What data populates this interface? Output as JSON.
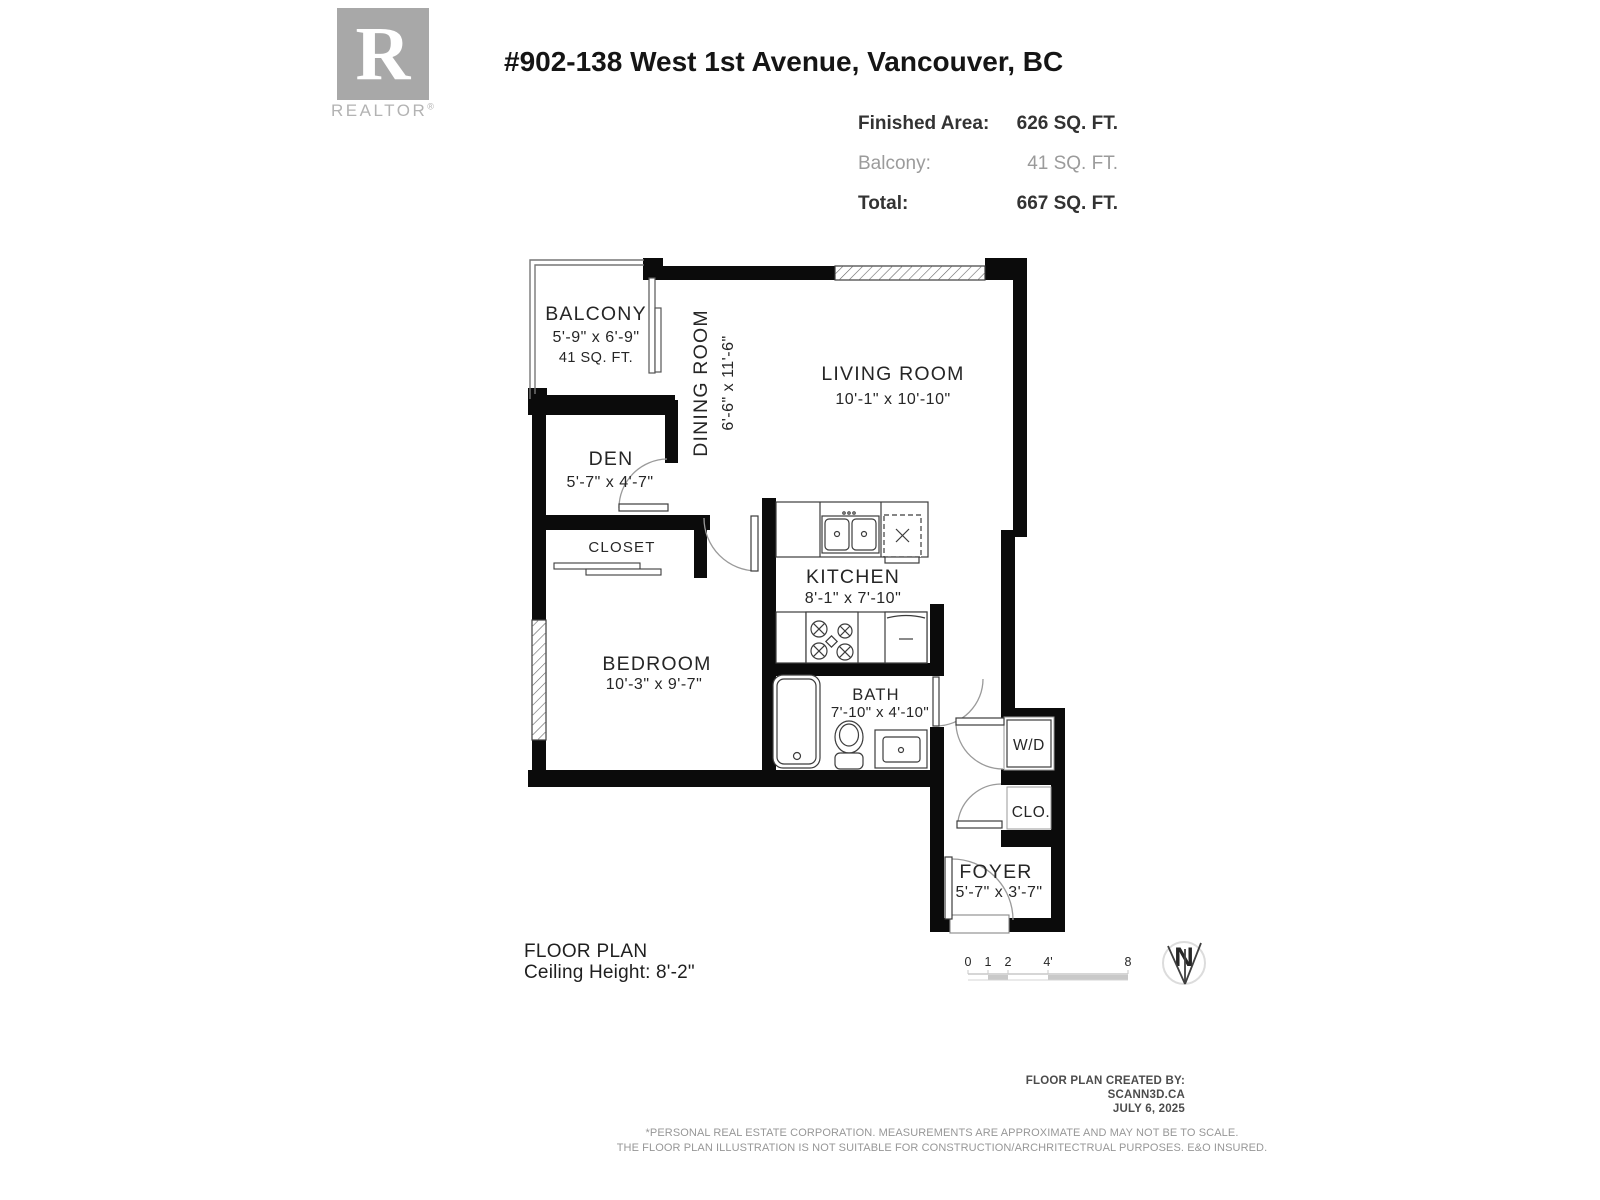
{
  "header": {
    "logo": {
      "letter": "R",
      "label": "REALTOR",
      "registered": "®"
    },
    "title": "#902-138 West 1st Avenue, Vancouver, BC",
    "area_rows": [
      {
        "label": "Finished Area:",
        "value": "626 SQ. FT."
      },
      {
        "label": "Balcony:",
        "value": "41 SQ. FT."
      },
      {
        "label": "Total:",
        "value": "667 SQ. FT."
      }
    ]
  },
  "plan": {
    "rooms": {
      "balcony": {
        "name": "BALCONY",
        "dims": "5'-9\" x 6'-9\"",
        "area": "41 SQ. FT."
      },
      "dining": {
        "name": "DINING ROOM",
        "dims": "6'-6\" x 11'-6\""
      },
      "living": {
        "name": "LIVING ROOM",
        "dims": "10'-1\" x 10'-10\""
      },
      "den": {
        "name": "DEN",
        "dims": "5'-7\" x 4'-7\""
      },
      "closet": {
        "name": "CLOSET"
      },
      "bedroom": {
        "name": "BEDROOM",
        "dims": "10'-3\" x 9'-7\""
      },
      "kitchen": {
        "name": "KITCHEN",
        "dims": "8'-1\" x 7'-10\""
      },
      "bath": {
        "name": "BATH",
        "dims": "7'-10\" x 4'-10\""
      },
      "wd": {
        "name": "W/D"
      },
      "clo": {
        "name": "CLO."
      },
      "foyer": {
        "name": "FOYER",
        "dims": "5'-7\" x 3'-7\""
      }
    },
    "footer": {
      "label": "FLOOR PLAN",
      "ceiling": "Ceiling Height: 8'-2\""
    },
    "scale": {
      "labels": [
        "0",
        "1",
        "2",
        "4'",
        "8"
      ]
    },
    "north": "N",
    "colors": {
      "wall": "#0b0b0b",
      "fixture_line": "#3c3c3c",
      "door_arc": "#9a9a9a",
      "scale_gray": "#c6c6c6"
    }
  },
  "credits": {
    "lines": [
      "FLOOR PLAN CREATED BY:",
      "SCANN3D.CA",
      "JULY 6, 2025"
    ]
  },
  "disclaimer": {
    "lines": [
      "*PERSONAL REAL ESTATE CORPORATION. MEASUREMENTS ARE APPROXIMATE AND MAY NOT BE TO SCALE.",
      "THE FLOOR PLAN ILLUSTRATION IS NOT SUITABLE FOR CONSTRUCTION/ARCHRITECTRUAL PURPOSES. E&O INSURED."
    ]
  }
}
